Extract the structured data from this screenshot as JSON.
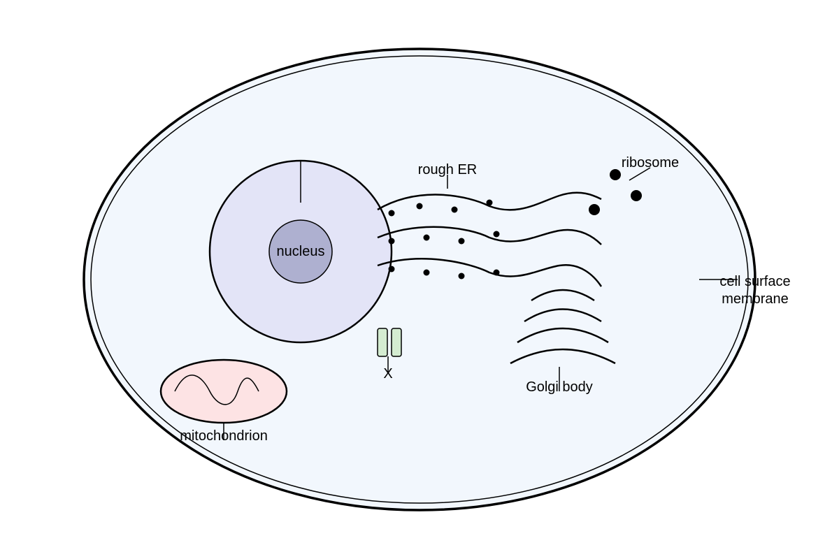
{
  "labels": {
    "nucleus": "nucleus",
    "rough_er": "rough ER",
    "ribosome": "ribosome",
    "cell_surface_membrane_line1": "cell surface",
    "cell_surface_membrane_line2": "membrane",
    "mitochondrion": "mitochondrion",
    "golgi_body": "Golgi body",
    "centriole": "X"
  },
  "colors": {
    "cytoplasm": "#f2f7fd",
    "nuclear_envelope_fill": "#e3e4f7",
    "nucleolus_fill": "#aeb0d0",
    "mitochondrion_fill": "#fde3e4",
    "centriole_fill": "#d4ecd1",
    "stroke": "#000000"
  }
}
